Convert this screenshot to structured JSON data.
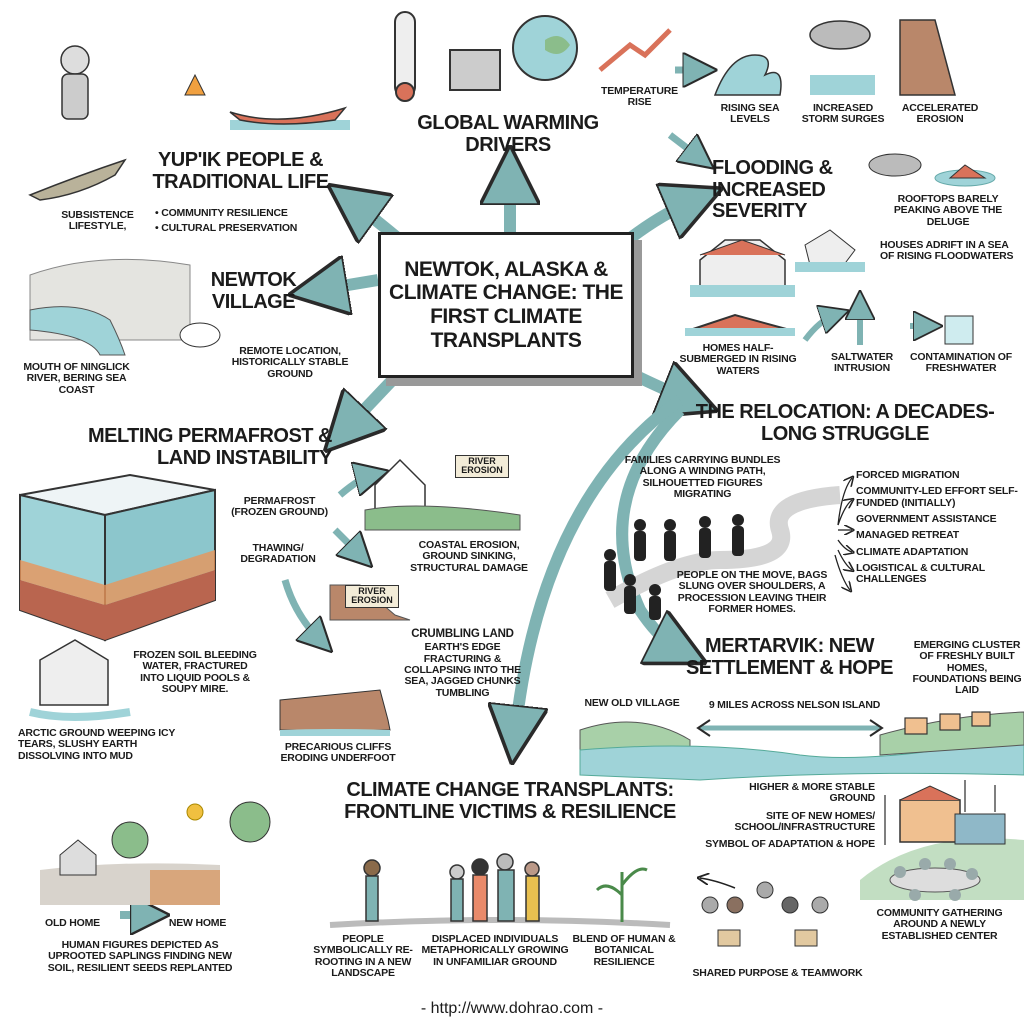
{
  "center": {
    "title": "Newtok, Alaska & Climate Change: The First Climate Transplants"
  },
  "global_warming": {
    "title": "Global Warming Drivers",
    "temperature": "Temperature Rise",
    "effects": [
      "Rising Sea Levels",
      "Increased Storm Surges",
      "Accelerated Erosion"
    ]
  },
  "yupik": {
    "title": "Yup'ik People & Traditional Life",
    "subsistence": "Subsistence Lifestyle,",
    "bullets": [
      "• Community Resilience",
      "• Cultural Preservation"
    ]
  },
  "newtok": {
    "title": "Newtok Village",
    "location": "Mouth of Ninglick River, Bering Sea Coast",
    "remote": "Remote location, historically stable ground"
  },
  "permafrost": {
    "title": "Melting Permafrost & Land Instability",
    "frozen": "Permafrost (Frozen Ground)",
    "thawing": "Thawing/ Degradation",
    "sign1": "River Erosion",
    "sign2": "River Erosion",
    "coastal": "Coastal erosion, ground sinking, structural damage",
    "frozen_soil": "Frozen soil bleeding water, fractured into liquid pools & soupy mire.",
    "arctic": "Arctic ground weeping icy tears, slushy earth dissolving into mud",
    "crumbling_title": "Crumbling Land",
    "crumbling": "Earth's edge fracturing & collapsing into the sea, jagged chunks tumbling",
    "cliffs": "Precarious cliffs eroding underfoot"
  },
  "flooding": {
    "title": "Flooding & Increased Severity",
    "rooftops": "Rooftops barely peaking above the deluge",
    "adrift": "Houses adrift in a sea of rising floodwaters",
    "homes": "Homes half-submerged in rising waters",
    "saltwater": "Saltwater intrusion",
    "contamination": "Contamination of freshwater"
  },
  "relocation": {
    "title": "The Relocation: A Decades-Long Struggle",
    "families": "Families carrying bundles along a winding path, silhouetted figures migrating",
    "people": "People on the move, bags slung over shoulders, a procession leaving their former homes.",
    "items": [
      "Forced Migration",
      "Community-Led Effort Self-Funded (Initially)",
      "Government Assistance",
      "Managed Retreat",
      "Climate Adaptation",
      "Logistical & Cultural Challenges"
    ]
  },
  "mertarvik": {
    "title": "Mertarvik: New Settlement & Hope",
    "emerging": "Emerging cluster of freshly built homes, foundations being laid",
    "old_village": "New Old Village",
    "distance": "9 Miles Across Nelson Island",
    "higher": "Higher & more stable ground",
    "site": "Site of new homes/ school/infrastructure",
    "symbol": "Symbol of adaptation & hope",
    "community": "Community gathering around a newly established center",
    "teamwork": "Shared purpose & teamwork"
  },
  "transplants": {
    "title": "Climate Change Transplants: Frontline Victims & Resilience",
    "old_home": "Old Home",
    "new_home": "New Home",
    "saplings": "Human figures depicted as uprooted saplings finding new soil, resilient seeds replanted",
    "rerooting": "People symbolically re-rooting in a new landscape",
    "displaced": "Displaced individuals metaphorically growing in unfamiliar ground",
    "blend": "Blend of human & botanical resilience"
  },
  "footer": "- http://www.dohrao.com -",
  "colors": {
    "arrow": "#7fb3b3",
    "water": "#9fd3d8",
    "roof": "#d9725a",
    "earth": "#b9876a"
  }
}
